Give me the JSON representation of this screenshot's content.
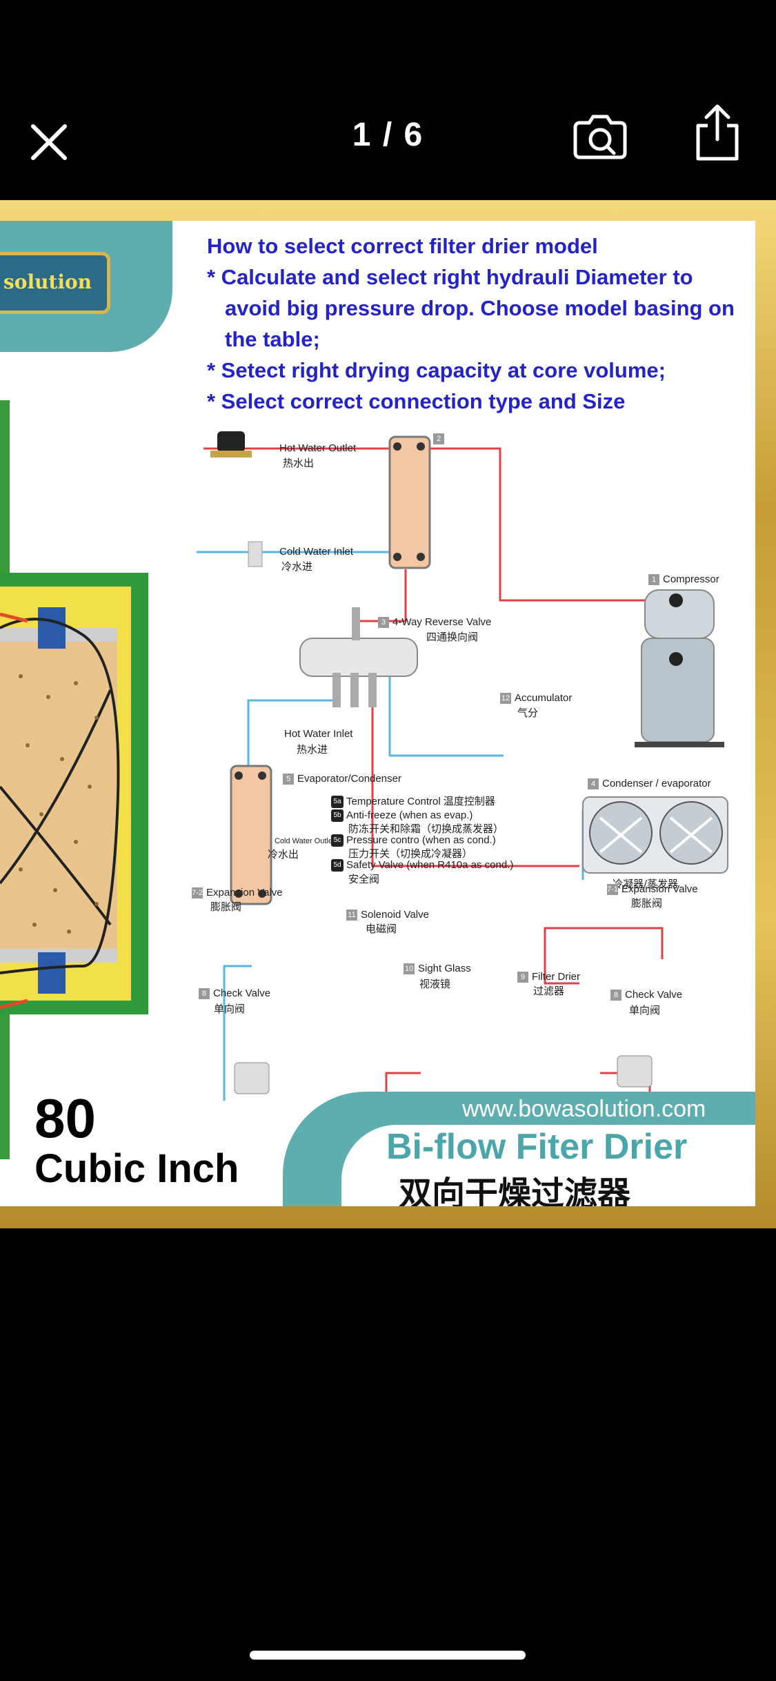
{
  "topbar": {
    "counter": "1 / 6"
  },
  "image": {
    "badge": "solution",
    "instructions": {
      "heading": "How to select correct filter drier model",
      "bullets": [
        "* Calculate and select right hydrauli Diameter to avoid big pressure drop.  Choose model basing on the table;",
        "* Setect right drying capacity at core volume;",
        "* Select correct connection type and Size"
      ]
    },
    "diagram": {
      "hot_water_outlet": "Hot Water Outlet",
      "hot_water_outlet_zh": "热水出",
      "cold_water_inlet": "Cold Water Inlet",
      "cold_water_inlet_zh": "冷水进",
      "compressor_num": "1",
      "compressor": "Compressor",
      "plate_hx_num": "2",
      "reverse_valve_num": "3",
      "reverse_valve": "4-Way Reverse Valve",
      "reverse_valve_zh": "四通换向阀",
      "accumulator_num": "12",
      "accumulator": "Accumulator",
      "accumulator_zh": "气分",
      "hot_water_inlet": "Hot Water Inlet",
      "hot_water_inlet_zh": "热水进",
      "condenser_num": "4",
      "condenser": "Condenser / evaporator",
      "condenser_zh": "冷凝器/蒸发器",
      "evaporator_num": "5",
      "evaporator": "Evaporator/Condenser",
      "cold_water_outlet": "Cold Water Outlet",
      "cold_water_outlet_zh": "冷水出",
      "temp_control_num": "5a",
      "temp_control": "Temperature Control  温度控制器",
      "antifreeze_num": "5b",
      "antifreeze": "Anti-freeze (when as evap.)",
      "antifreeze_zh": "防冻开关和除霜（切换成蒸发器）",
      "pressure_num": "5c",
      "pressure": "Pressure contro (when as cond.)",
      "pressure_zh": "压力开关（切换成冷凝器）",
      "safety_num": "5d",
      "safety": "Safety Valve (when R410a as cond.)",
      "safety_zh": "安全阀",
      "exp_valve_left_num": "7-2",
      "exp_valve_left": "Expansion Valve",
      "exp_valve_left_zh": "膨胀阀",
      "exp_valve_right_num": "7-1",
      "exp_valve_right": "Expansion Valve",
      "exp_valve_right_zh": "膨胀阀",
      "solenoid_num": "11",
      "solenoid": "Solenoid Valve",
      "solenoid_zh": "电磁阀",
      "sight_glass_num": "10",
      "sight_glass": "Sight Glass",
      "sight_glass_zh": "视液镜",
      "filter_drier_num": "9",
      "filter_drier": "Filter Drier",
      "filter_drier_zh": "过滤器",
      "check_left_num": "8",
      "check_left": "Check Valve",
      "check_left_zh": "单向阀",
      "check_right_num": "8",
      "check_right": "Check Valve",
      "check_right_zh": "单向阀"
    },
    "capacity_number": "80",
    "capacity_unit": "Cubic Inch",
    "website": "www.bowasolution.com",
    "product_en": "Bi-flow Fiter Drier",
    "product_zh": "双向干燥过滤器"
  },
  "colors": {
    "hot_line": "#e0404a",
    "cold_line": "#5ab4e0",
    "heading_blue": "#2323c8",
    "teal": "#5eaeb0",
    "gold": "#d9b64a"
  }
}
